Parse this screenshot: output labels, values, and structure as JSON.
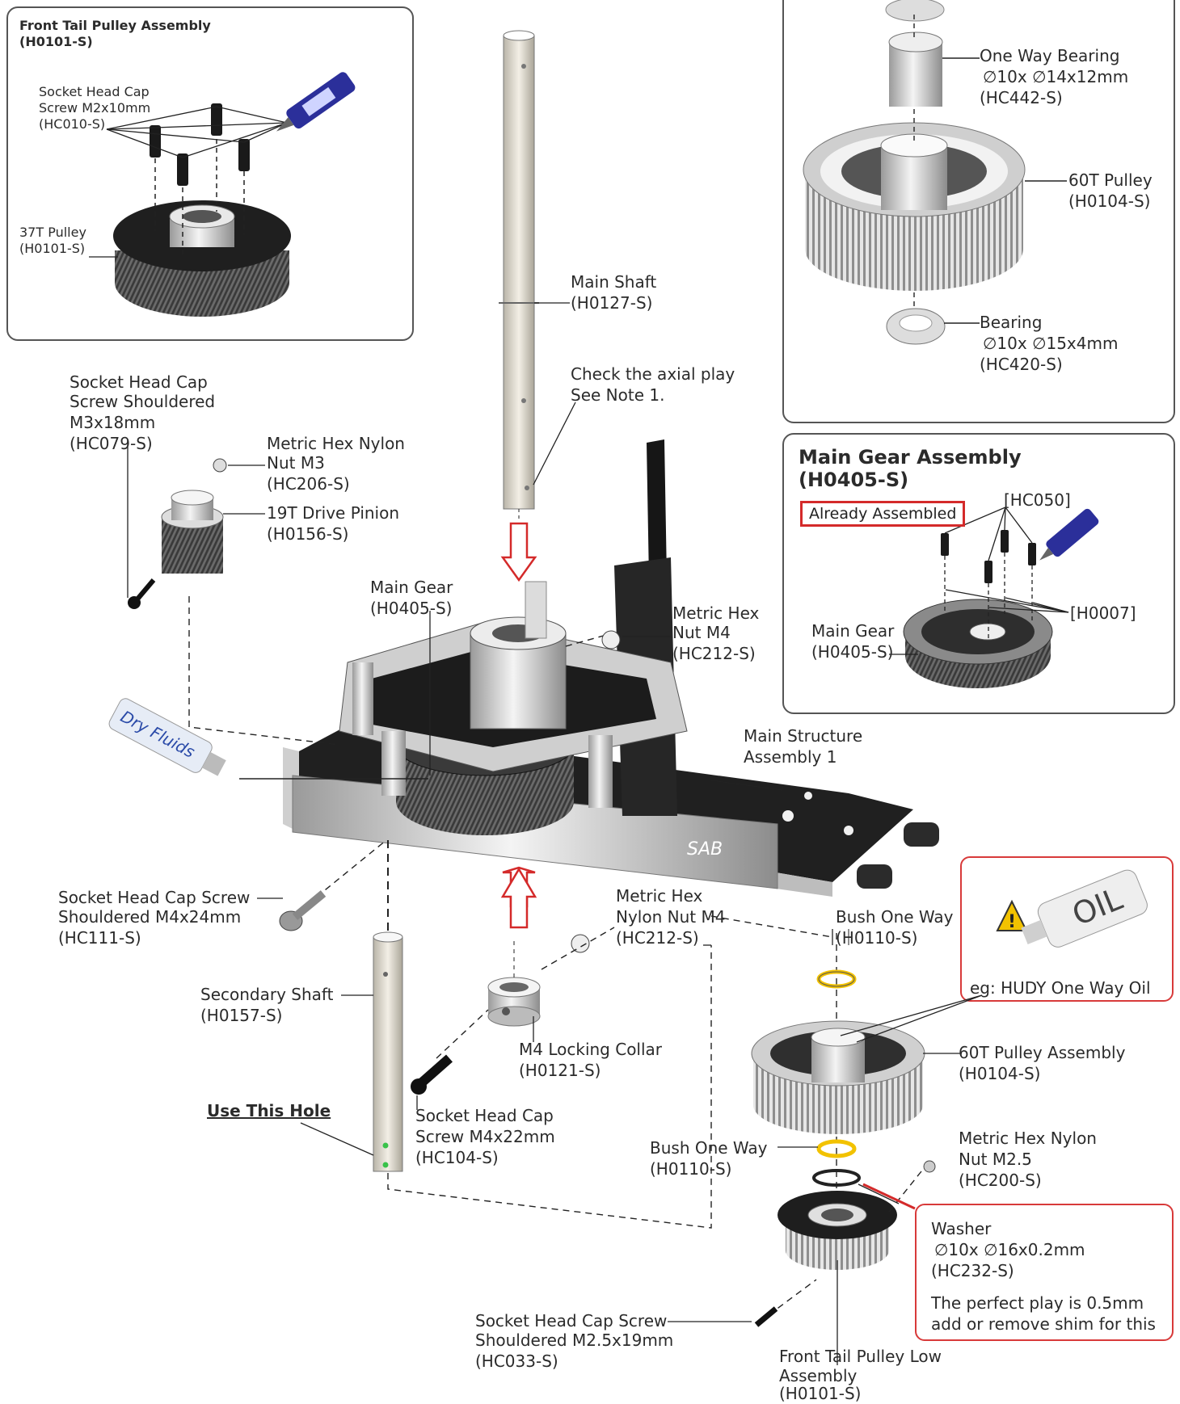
{
  "inset_tail": {
    "title": "Front Tail Pulley Assembly",
    "code": "(H0101-S)",
    "screw": [
      "Socket Head Cap",
      "Screw M2x10mm",
      "(HC010-S)"
    ],
    "pulley": [
      "37T Pulley",
      "(H0101-S)"
    ]
  },
  "inset_pulley": {
    "oneway": [
      "One Way Bearing",
      "∅10x ∅14x12mm",
      "(HC442-S)"
    ],
    "pulley": [
      "60T Pulley",
      "(H0104-S)"
    ],
    "bearing": [
      "Bearing",
      "∅10x ∅15x4mm",
      "(HC420-S)"
    ]
  },
  "inset_gear": {
    "title": "Main Gear Assembly",
    "code": "(H0405-S)",
    "badge": "Already Assembled",
    "hc050": "[HC050]",
    "h0007": "[H0007]",
    "gear": [
      "Main Gear",
      "(H0405-S)"
    ]
  },
  "labels": {
    "main_shaft": [
      "Main Shaft",
      "(H0127-S)"
    ],
    "axial_play": [
      "Check the axial play",
      "See Note 1."
    ],
    "shoulder_m3": [
      "Socket Head Cap",
      "Screw Shouldered",
      "M3x18mm",
      "(HC079-S)"
    ],
    "nut_m3": [
      "Metric Hex Nylon",
      "Nut M3",
      "(HC206-S)"
    ],
    "pinion": [
      "19T Drive Pinion",
      "(H0156-S)"
    ],
    "main_gear": [
      "Main Gear",
      "(H0405-S)"
    ],
    "nut_m4": [
      "Metric Hex",
      "Nut M4",
      "(HC212-S)"
    ],
    "structure": [
      "Main Structure",
      "Assembly 1"
    ],
    "dry_fluids": "Dry Fluids",
    "sab": "SAB",
    "shoulder_m4": [
      "Socket Head Cap Screw",
      "Shouldered M4x24mm",
      "(HC111-S)"
    ],
    "nylon_m4": [
      "Metric Hex",
      "Nylon Nut M4",
      "(HC212-S)"
    ],
    "bush_top": [
      "Bush One Way",
      "(H0110-S)"
    ],
    "secondary": [
      "Secondary Shaft",
      "(H0157-S)"
    ],
    "collar": [
      "M4 Locking Collar",
      "(H0121-S)"
    ],
    "use_hole": "Use This Hole",
    "screw_m4": [
      "Socket Head Cap",
      "Screw M4x22mm",
      "(HC104-S)"
    ],
    "pulley_asm": [
      "60T Pulley Assembly",
      "(H0104-S)"
    ],
    "bush_bottom": [
      "Bush One Way",
      "(H0110-S)"
    ],
    "nut_m25": [
      "Metric Hex Nylon",
      "Nut M2.5",
      "(HC200-S)"
    ],
    "screw_m25": [
      "Socket Head Cap Screw",
      "Shouldered M2.5x19mm",
      "(HC033-S)"
    ],
    "tail_low": [
      "Front Tail Pulley Low",
      "Assembly",
      "(H0101-S)"
    ]
  },
  "oil_box": {
    "label": "OIL",
    "note": "eg: HUDY One Way Oil"
  },
  "washer_box": {
    "lines": [
      "Washer",
      "∅10x ∅16x0.2mm",
      "(HC232-S)"
    ],
    "note": [
      "The perfect play is 0.5mm",
      "add or remove shim for this"
    ]
  },
  "colors": {
    "accent_red": "#d42a2a",
    "metal": "#d9d9d9",
    "dark": "#2a2a2a",
    "shaft": "#e4e0d6",
    "yellow": "#f2c200"
  }
}
